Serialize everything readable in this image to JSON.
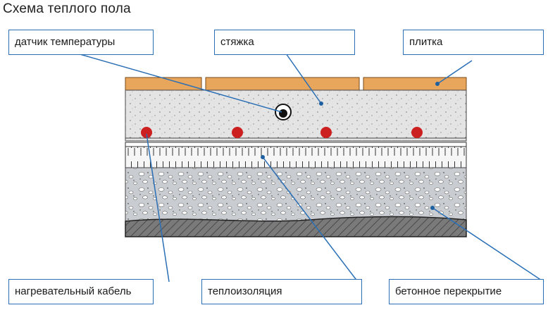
{
  "title": "Схема теплого пола",
  "labels": {
    "sensor": "датчик температуры",
    "screed": "стяжка",
    "tile": "плитка",
    "heating_cable": "нагревательный кабель",
    "insulation": "теплоизоляция",
    "concrete_slab": "бетонное перекрытие"
  },
  "colors": {
    "tile": "#e8a65c",
    "screed": "#e4e4e4",
    "insulation": "#f4f4f4",
    "gravel": "#c9ccd0",
    "base": "#6d6d6d",
    "cable": "#cc1f1f",
    "leader": "#2a6fb5"
  }
}
